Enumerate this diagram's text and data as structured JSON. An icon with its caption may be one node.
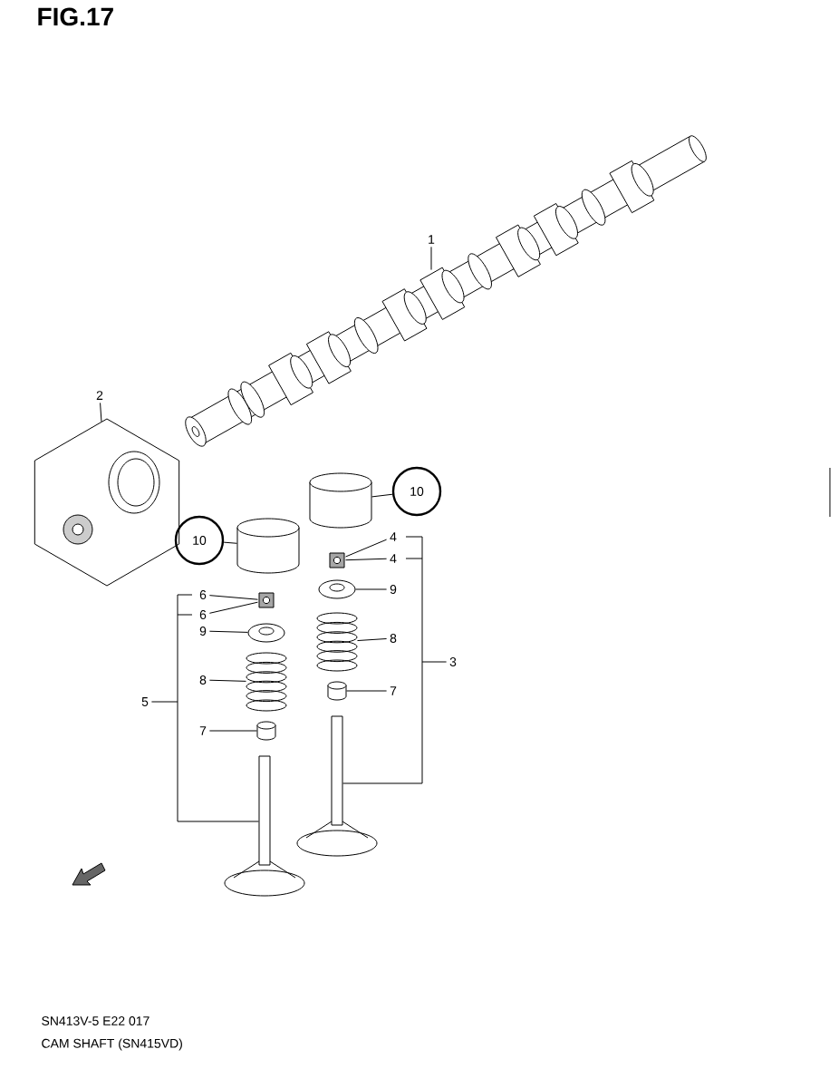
{
  "diagram": {
    "title": "FIG.17",
    "nodes": [
      {
        "text": [
          "1"
        ]
      },
      {
        "text": [],
        "shape": "picture"
      },
      {
        "text": [
          "2"
        ]
      },
      {
        "text": [],
        "shape": "hexagon"
      },
      {
        "text": [
          "10"
        ]
      },
      {
        "text": [],
        "shape": "cylinder"
      },
      {
        "text": [
          "10"
        ]
      },
      {
        "text": [],
        "shape": "cylinder"
      },
      {
        "text": [
          "4"
        ]
      },
      {
        "text": [
          "4"
        ]
      },
      {
        "text": [],
        "shape": "picture"
      },
      {
        "text": [
          "9"
        ]
      },
      {
        "text": [],
        "shape": "picture"
      },
      {
        "text": [
          "8"
        ]
      },
      {
        "text": [],
        "shape": "picture"
      },
      {
        "text": [
          "7"
        ]
      },
      {
        "text": [],
        "shape": "picture"
      },
      {
        "text": [
          "3"
        ]
      },
      {
        "text": [],
        "shape": "picture"
      },
      {
        "text": [
          "6"
        ]
      },
      {
        "text": [
          "6"
        ]
      },
      {
        "text": [],
        "shape": "picture"
      },
      {
        "text": [
          "9"
        ]
      },
      {
        "text": [],
        "shape": "picture"
      },
      {
        "text": [
          "8"
        ]
      },
      {
        "text": [],
        "shape": "picture"
      },
      {
        "text": [
          "7"
        ]
      },
      {
        "text": [],
        "shape": "picture"
      },
      {
        "text": [
          "5"
        ]
      },
      {
        "text": [],
        "shape": "picture"
      }
    ],
    "edges": [
      {
        "from": 0,
        "to": 1,
        "arrow": "none"
      },
      {
        "from": 2,
        "to": 3,
        "arrow": "none"
      },
      {
        "from": 4,
        "to": 5,
        "arrow": "none"
      },
      {
        "from": 6,
        "to": 7,
        "arrow": "none"
      },
      {
        "from": 8,
        "to": 10,
        "arrow": "none"
      },
      {
        "from": 9,
        "to": 10,
        "arrow": "none"
      },
      {
        "from": 11,
        "to": 12,
        "arrow": "none"
      },
      {
        "from": 13,
        "to": 14,
        "arrow": "none"
      },
      {
        "from": 15,
        "to": 16,
        "arrow": "none"
      },
      {
        "from": 17,
        "to": 18,
        "arrow": "none"
      },
      {
        "from": 19,
        "to": 21,
        "arrow": "none"
      },
      {
        "from": 20,
        "to": 21,
        "arrow": "none"
      },
      {
        "from": 22,
        "to": 23,
        "arrow": "none"
      },
      {
        "from": 24,
        "to": 25,
        "arrow": "none"
      },
      {
        "from": 26,
        "to": 27,
        "arrow": "none"
      },
      {
        "from": 28,
        "to": 29,
        "arrow": "none"
      }
    ],
    "labels": [
      "SN413V-5 E22  017",
      "CAM SHAFT (SN415VD)"
    ]
  }
}
